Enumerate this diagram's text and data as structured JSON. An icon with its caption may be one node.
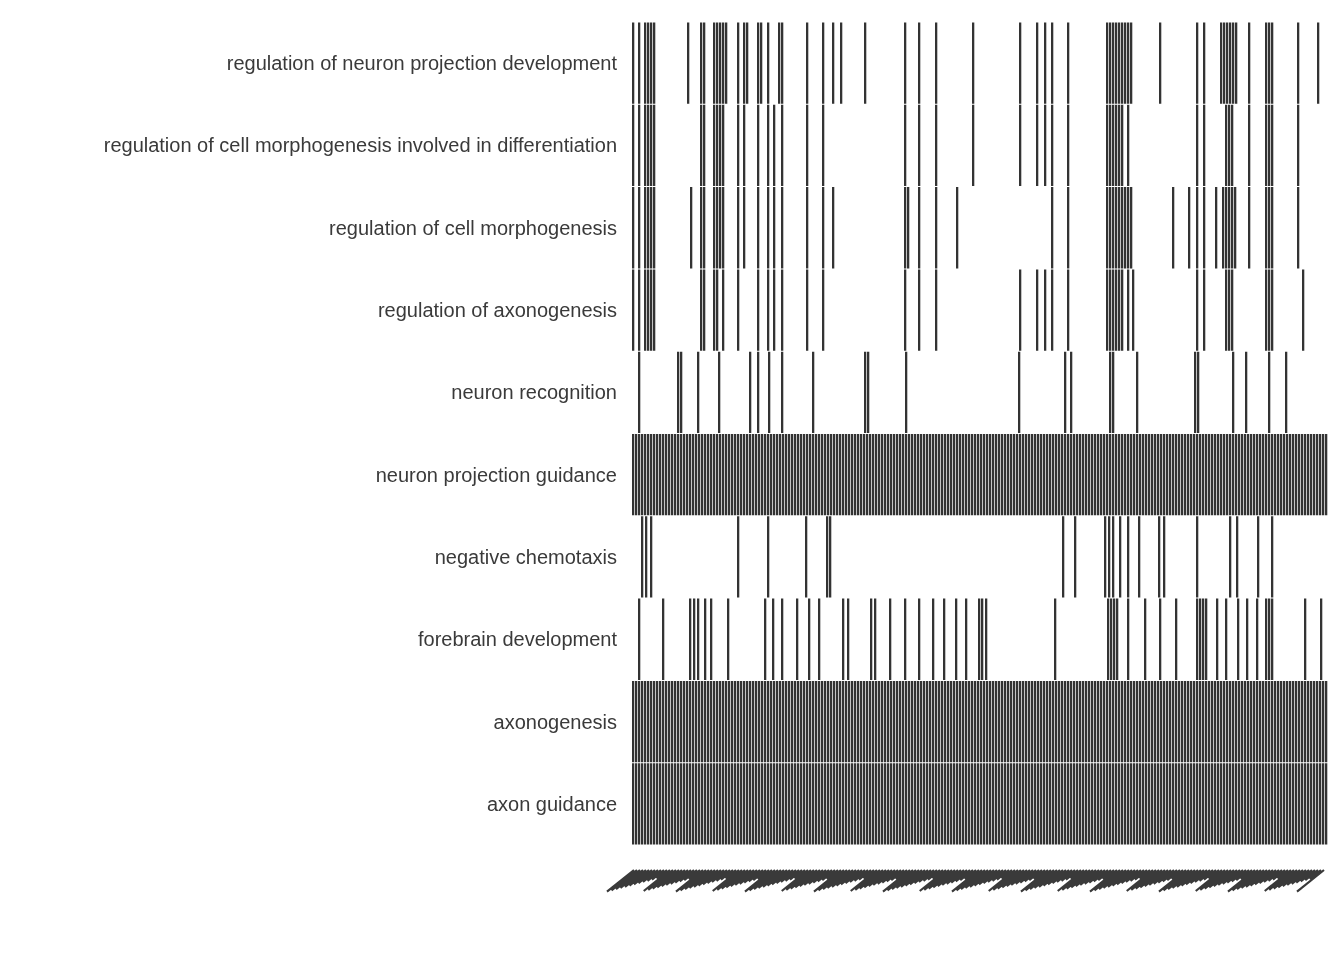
{
  "diagram": {
    "labels": [
      "regulation of neuron projection development",
      "regulation of cell morphogenesis involved in differentiation",
      "regulation of cell morphogenesis",
      "regulation of axonogenesis",
      "neuron recognition",
      "neuron projection guidance",
      "negative chemotaxis",
      "forebrain development",
      "axonogenesis",
      "axon guidance"
    ]
  }
}
